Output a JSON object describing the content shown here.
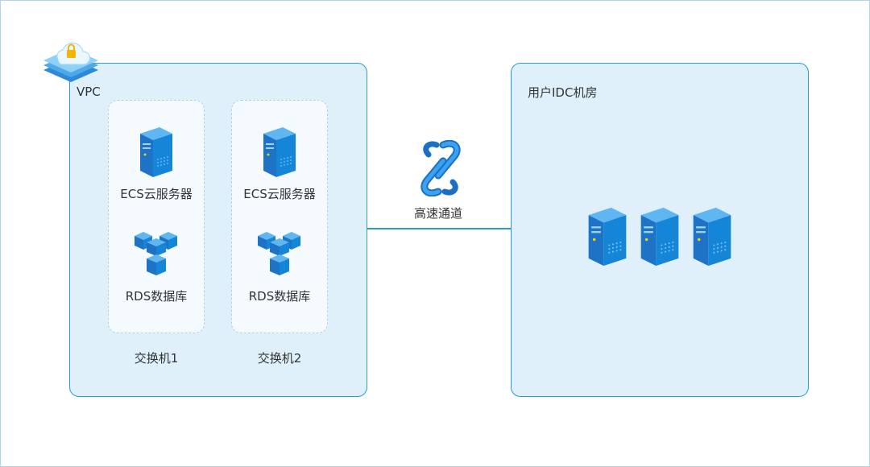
{
  "vpc": {
    "label": "VPC",
    "switches": [
      {
        "server_label": "ECS云服务器",
        "db_label": "RDS数据库",
        "switch_label": "交换机1"
      },
      {
        "server_label": "ECS云服务器",
        "db_label": "RDS数据库",
        "switch_label": "交换机2"
      }
    ]
  },
  "connection": {
    "label": "高速通道"
  },
  "idc": {
    "label": "用户IDC机房",
    "server_count": 3
  },
  "colors": {
    "border": "#2b9ad6",
    "box_fill": "#dff0fb",
    "dashed": "#a9d2ec",
    "icon_blue": "#1e7fd0"
  },
  "icons": [
    "vpc-cloud-lock-icon",
    "server-icon",
    "database-cubes-icon",
    "express-connect-icon"
  ]
}
